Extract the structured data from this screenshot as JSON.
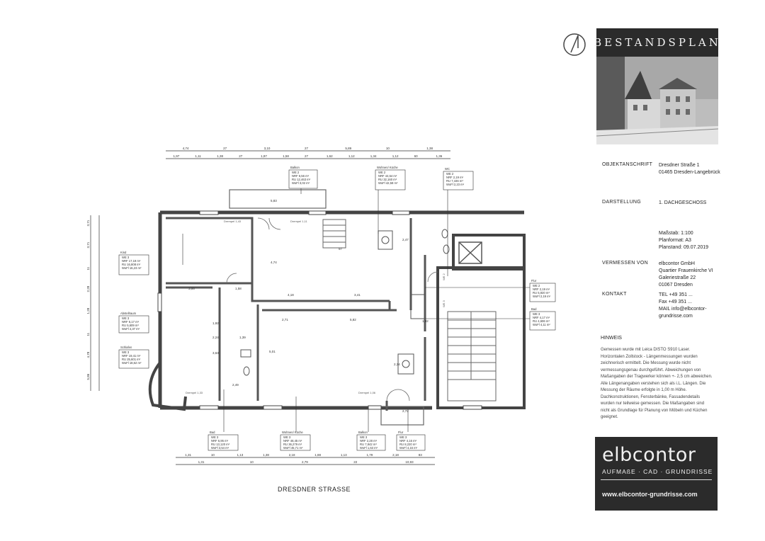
{
  "sheet": {
    "title": "BESTANDSPLAN",
    "street_label": "DRESDNER STRASSE"
  },
  "info": {
    "objektanschrift_label": "OBJEKTANSCHRIFT",
    "objektanschrift_line1": "Dresdner Straße 1",
    "objektanschrift_line2": "01465 Dresden-Langebrück",
    "darstellung_label": "DARSTELLUNG",
    "darstellung_value": "1. DACHGESCHOSS",
    "massstab": "Maßstab: 1:100",
    "planformat": "Planformat: A3",
    "planstand": "Planstand: 09.07.2019",
    "vermessen_label": "VERMESSEN VON",
    "vermessen_line1": "elbcontor GmbH",
    "vermessen_line2": "Quartier Frauenkirche VI",
    "vermessen_line3": "Galeriestraße 22",
    "vermessen_line4": "01067 Dresden",
    "kontakt_label": "KONTAKT",
    "kontakt_tel": "TEL +49 351 ...",
    "kontakt_fax": "Fax +49 351 ...",
    "kontakt_mail": "MAIL info@elbcontor-",
    "kontakt_mail2": "grundrisse.com"
  },
  "hinweis": {
    "title": "HINWEIS",
    "text": "Gemessen wurde mit Leica DISTO S910 Laser. Horizontalen Zollstock - Längenmessungen wurden zeichnerisch ermittelt. Die Messung wurde nicht vermessungsgenau durchgeführt. Abweichungen von Maßangaben der Tragwerker können +- 2,5 cm abweichen. Alle Längenangaben verstehen sich als i.L. Längen. Die Messung der Räume erfolgte in 1,00 m Höhe. Dachkonstruktionen, Fensterbänke, Fassadendetails wurden nur teilweise gemessen. Die Maßangaben sind nicht als Grundlage für Planung von Möbeln und Küchen geeignet."
  },
  "brand": {
    "name": "elbcontor",
    "tagline": "AUFMAßE · CAD · GRUNDRISSE",
    "url": "www.elbcontor-grundrisse.com"
  },
  "rooms": [
    {
      "name": "Kind",
      "we": "WE 3",
      "nrf": "17,19 m²",
      "ru": "16,808 m³",
      "wofl": "16,23 m²"
    },
    {
      "name": "Abstellraum",
      "we": "WE 3",
      "nrf": "6,17 m²",
      "ru": "5,609 m³",
      "wofl": "4,37 m²"
    },
    {
      "name": "Schlafen",
      "we": "WE 3",
      "nrf": "19,41 m²",
      "ru": "25,601 m³",
      "wofl": "18,62 m²"
    },
    {
      "name": "Balkon",
      "we": "WE 2",
      "nrf": "6,56 m²",
      "ru": "12,463 m³",
      "wofl": "3,02 m²"
    },
    {
      "name": "Wohnen/ Küche",
      "we": "WE 2",
      "nrf": "44,54 m²",
      "ru": "32,160 m³",
      "wofl": "42,58 m²"
    },
    {
      "name": "WC",
      "we": "WE 2",
      "nrf": "2,19 m²",
      "ru": "7,446 m³",
      "wofl": "2,23 m²"
    },
    {
      "name": "Flur",
      "we": "WE 2",
      "nrf": "2,19 m²",
      "ru": "5,920 m³",
      "wofl": "2,19 m²"
    },
    {
      "name": "Bad",
      "we": "WE 3",
      "nrf": "4,17 m²",
      "ru": "4,606 m³",
      "wofl": "4,11 m²"
    },
    {
      "name": "Bad",
      "we": "WE 3",
      "nrf": "6,95 m²",
      "ru": "13,120 m³",
      "wofl": "3,54 m²"
    },
    {
      "name": "Wohnen/ Küche",
      "we": "WE 3",
      "nrf": "48,45 m²",
      "ru": "36,279 m³",
      "wofl": "45,71 m²"
    },
    {
      "name": "Balkon",
      "we": "WE 3",
      "nrf": "2,28 m²",
      "ru": "7,842 m³",
      "wofl": "1,63 m²"
    },
    {
      "name": "Flur",
      "we": "WE 3",
      "nrf": "4,16 m²",
      "ru": "8,220 m³",
      "wofl": "4,16 m²"
    }
  ],
  "dimensions": {
    "top_row1": [
      "4,74",
      "27",
      "3,10",
      "27",
      "5,89",
      "10",
      "1,38"
    ],
    "top_row2": [
      "1,97",
      "1,11",
      "1,38",
      "27",
      "1,97",
      "1,58",
      "27",
      "1,62",
      "1,12",
      "1,34",
      "1,12",
      "60",
      "1,36"
    ],
    "bottom_row1": [
      "1,31",
      "10",
      "1,13",
      "1,38",
      "2,18",
      "1,88",
      "1,13",
      "1,79",
      "2,18",
      "83"
    ],
    "bottom_row2": [
      "1,31",
      "10",
      "2,79",
      "22",
      "10,93"
    ],
    "left_col": [
      "3,71",
      "3,71",
      "11",
      "2,28",
      "1,28",
      "11",
      "4,78",
      "5,86"
    ],
    "interior": [
      "5,83",
      "4,74",
      "2,47",
      "3,06",
      "1,58",
      "4,18",
      "3,41",
      "2,71",
      "5,82",
      "2,72",
      "2,24",
      "1,39",
      "1,92",
      "97",
      "2,34",
      "2,49",
      "1,92",
      "3,63",
      "5,01"
    ]
  },
  "labels": {
    "drempel_top_left": "Drempel 1,43",
    "drempel_top_mid": "Drempel 1,11",
    "drempel_bottom_left": "Drempel 1,33",
    "drempel_bottom_mid": "Drempel 1,06",
    "we2": "WE 2",
    "we3": "WE 3"
  }
}
